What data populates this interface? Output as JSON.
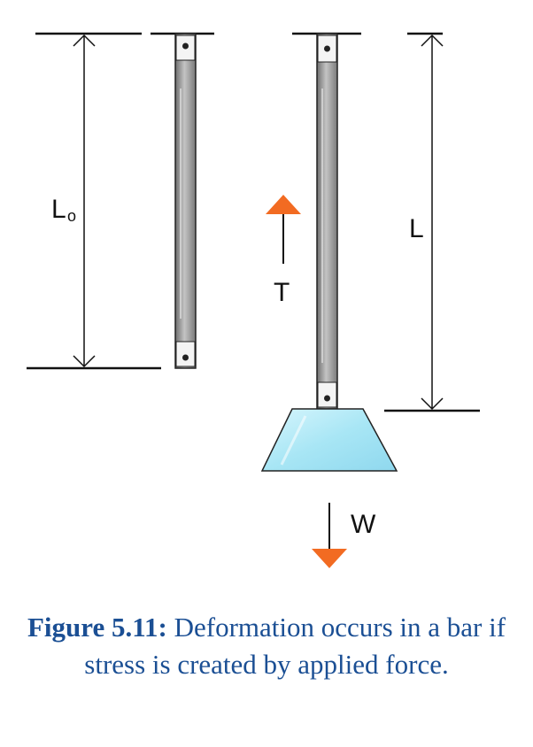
{
  "labels": {
    "original_length_main": "L",
    "original_length_sub": "o",
    "stretched_length": "L",
    "tension": "T",
    "weight": "W"
  },
  "caption": {
    "number": "Figure 5.11:",
    "text": "Deformation occurs in a bar if stress is created by applied force."
  },
  "colors": {
    "caption": "#1b4f94",
    "arrow_head": "#f26b22",
    "weight_fill": "#a8e6f5",
    "bar": "#9a9a9a"
  }
}
